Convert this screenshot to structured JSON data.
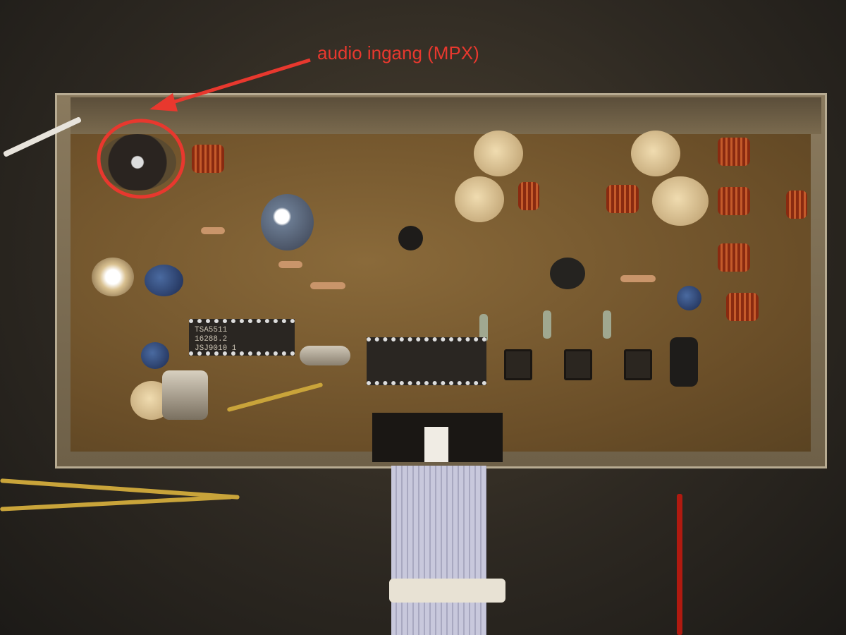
{
  "annotation": {
    "label": "audio ingang (MPX)",
    "color": "#e8382e"
  },
  "chips": [
    {
      "lines": [
        "TSA5511",
        "16288.2",
        "JSJ9010 1"
      ]
    }
  ]
}
